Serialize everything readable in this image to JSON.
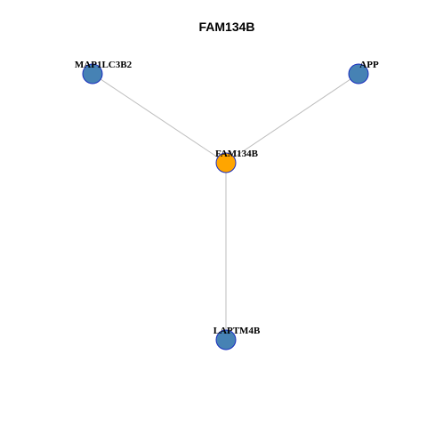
{
  "title": "FAM134B",
  "colors": {
    "center_node": "#FFA500",
    "neighbor_node": "#4682B4",
    "node_border": "#1A2FBF",
    "edge": "#BDBDBD"
  },
  "nodes": [
    {
      "id": "FAM134B",
      "label": "FAM134B",
      "role": "center"
    },
    {
      "id": "MAP1LC3B2",
      "label": "MAP1LC3B2",
      "role": "neighbor"
    },
    {
      "id": "APP",
      "label": "APP",
      "role": "neighbor"
    },
    {
      "id": "LAPTM4B",
      "label": "LAPTM4B",
      "role": "neighbor"
    }
  ],
  "edges": [
    {
      "source": "FAM134B",
      "target": "MAP1LC3B2"
    },
    {
      "source": "FAM134B",
      "target": "APP"
    },
    {
      "source": "FAM134B",
      "target": "LAPTM4B"
    }
  ]
}
